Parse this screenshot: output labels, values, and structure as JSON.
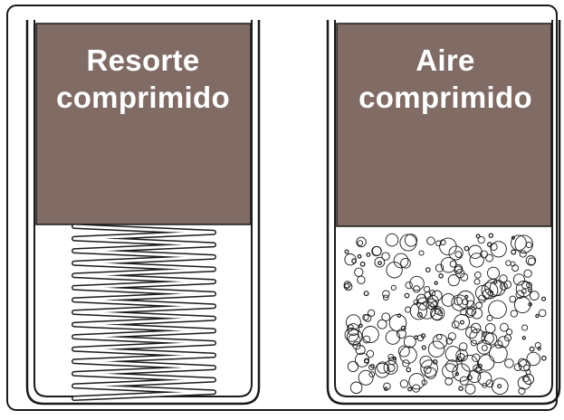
{
  "cylinders": [
    {
      "id": "spring",
      "label_line1": "Resorte",
      "label_line2": "comprimido",
      "content": "spring-coil"
    },
    {
      "id": "air",
      "label_line1": "Aire",
      "label_line2": "comprimido",
      "content": "air-bubbles"
    }
  ],
  "colors": {
    "piston": "#806b65",
    "outline": "#1a1a1a",
    "background": "#ffffff",
    "label_text": "#ffffff"
  }
}
